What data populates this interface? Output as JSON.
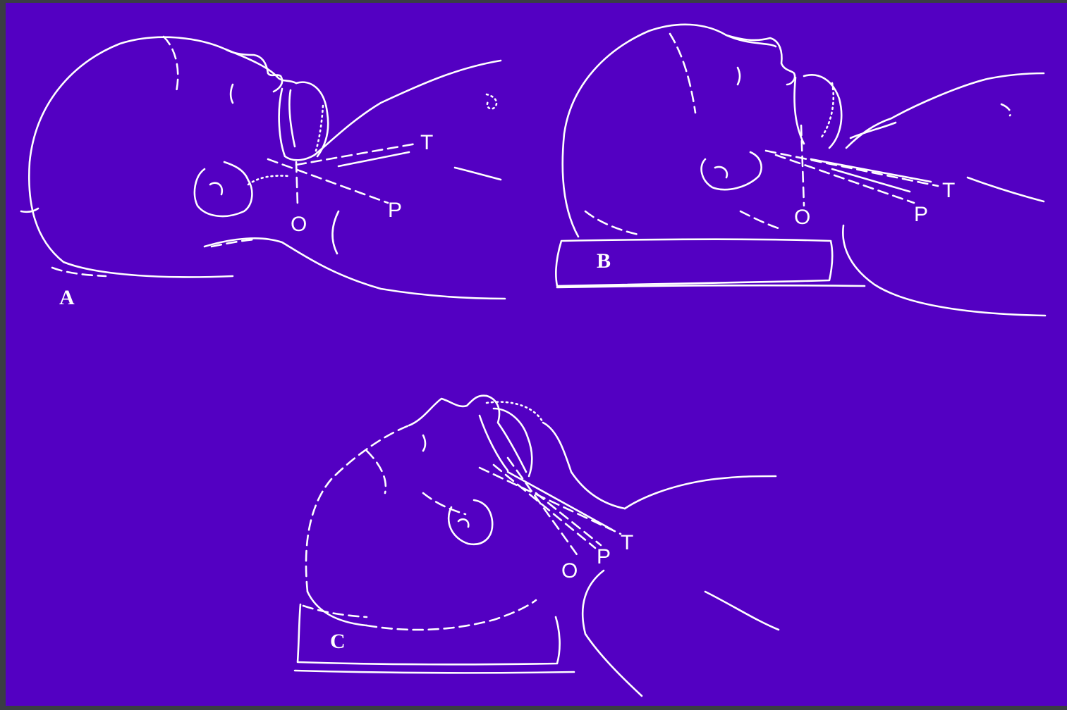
{
  "panels": [
    {
      "label": "A",
      "axes": [
        "T",
        "P",
        "O"
      ]
    },
    {
      "label": "B",
      "axes": [
        "T",
        "P",
        "O"
      ]
    },
    {
      "label": "C",
      "axes": [
        "T",
        "P",
        "O"
      ]
    }
  ]
}
